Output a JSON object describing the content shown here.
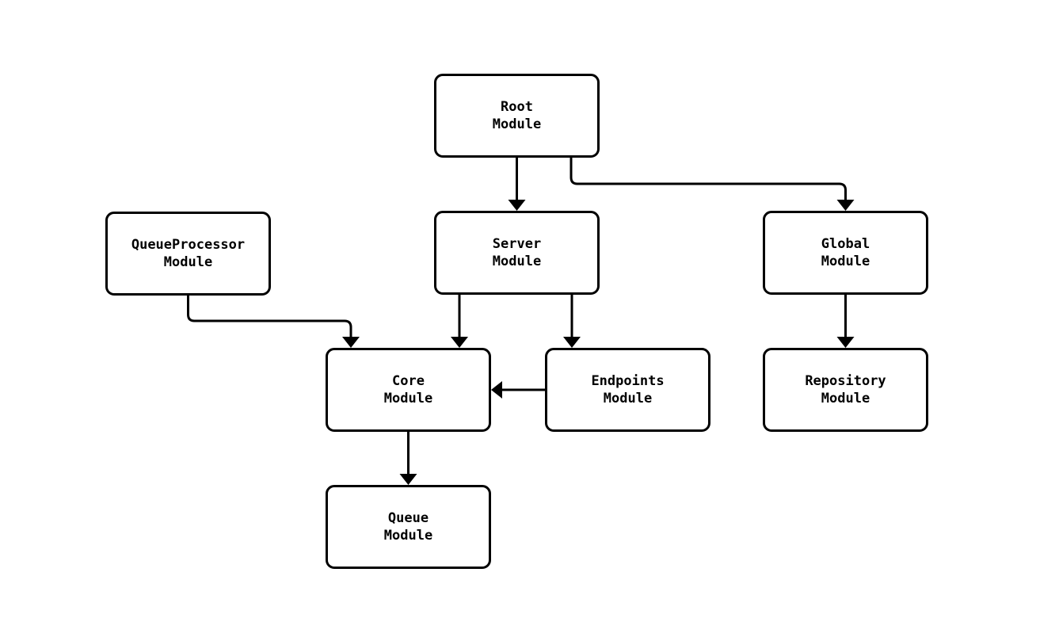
{
  "diagram": {
    "type": "module-dependency-graph",
    "background_color": "#ffffff",
    "node_fill_color": "#ffffff",
    "node_border_color": "#000000",
    "edge_color": "#000000",
    "text_color": "#000000",
    "nodes": [
      {
        "id": "root",
        "line1": "Root",
        "line2": "Module"
      },
      {
        "id": "queueprocessor",
        "line1": "QueueProcessor",
        "line2": "Module"
      },
      {
        "id": "server",
        "line1": "Server",
        "line2": "Module"
      },
      {
        "id": "global",
        "line1": "Global",
        "line2": "Module"
      },
      {
        "id": "core",
        "line1": "Core",
        "line2": "Module"
      },
      {
        "id": "endpoints",
        "line1": "Endpoints",
        "line2": "Module"
      },
      {
        "id": "repository",
        "line1": "Repository",
        "line2": "Module"
      },
      {
        "id": "queue",
        "line1": "Queue",
        "line2": "Module"
      }
    ],
    "edges": [
      {
        "from": "root",
        "to": "server"
      },
      {
        "from": "root",
        "to": "global"
      },
      {
        "from": "queueprocessor",
        "to": "core"
      },
      {
        "from": "server",
        "to": "core"
      },
      {
        "from": "server",
        "to": "endpoints"
      },
      {
        "from": "endpoints",
        "to": "core"
      },
      {
        "from": "global",
        "to": "repository"
      },
      {
        "from": "core",
        "to": "queue"
      }
    ]
  }
}
